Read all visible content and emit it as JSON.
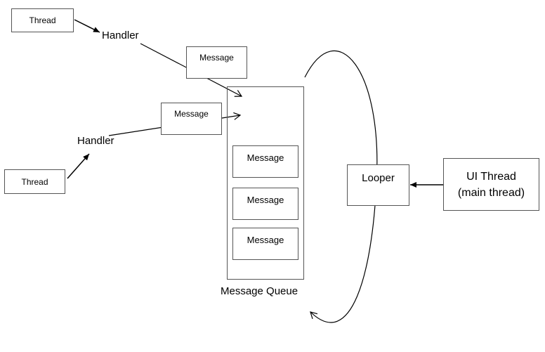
{
  "diagram": {
    "thread_top": "Thread",
    "thread_bottom": "Thread",
    "handler_top": "Handler",
    "handler_bottom": "Handler",
    "message_incoming_top": "Message",
    "message_incoming_mid": "Message",
    "queue_messages": [
      "Message",
      "Message",
      "Message"
    ],
    "queue_label": "Message Queue",
    "looper": "Looper",
    "ui_thread_line1": "UI Thread",
    "ui_thread_line2": "(main thread)"
  },
  "colors": {
    "stroke": "#000000",
    "box_border": "#555555",
    "background": "#ffffff"
  }
}
